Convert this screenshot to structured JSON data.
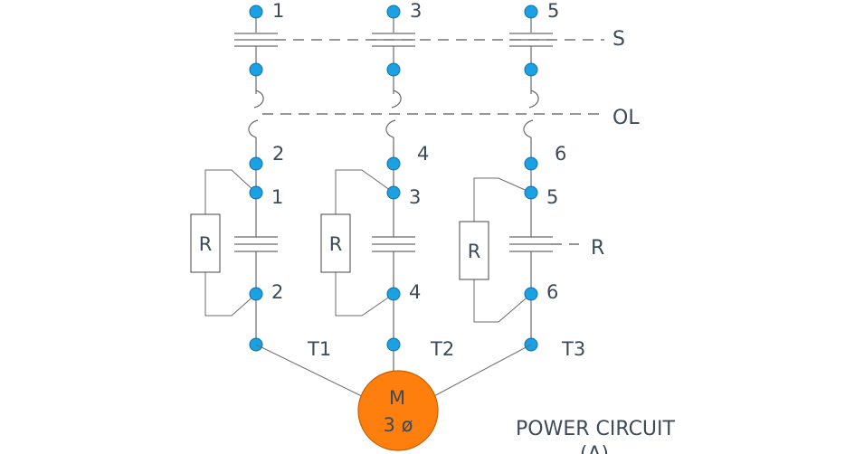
{
  "phases": [
    {
      "top_terminal": "1",
      "ol_terminal": "2",
      "r_top": "1",
      "r_bottom": "2",
      "resistor": "R",
      "motor_terminal": "T1"
    },
    {
      "top_terminal": "3",
      "ol_terminal": "4",
      "r_top": "3",
      "r_bottom": "4",
      "resistor": "R",
      "motor_terminal": "T2"
    },
    {
      "top_terminal": "5",
      "ol_terminal": "6",
      "r_top": "5",
      "r_bottom": "6",
      "resistor": "R",
      "motor_terminal": "T3"
    }
  ],
  "contact_labels": {
    "switch": "S",
    "overload": "OL",
    "run": "R"
  },
  "motor": {
    "name": "M",
    "phase": "3 ø",
    "fill": "#ff7f0e"
  },
  "caption": {
    "title": "POWER CIRCUIT",
    "subtitle": "(A)"
  },
  "colors": {
    "node": "#1ba1e2",
    "wire": "#6b6b6b",
    "text": "#3d4a57"
  }
}
